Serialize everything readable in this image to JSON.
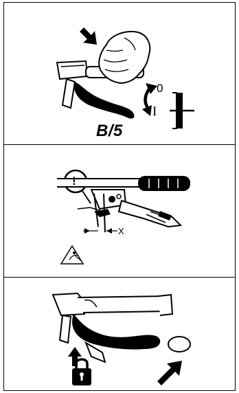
{
  "panels": [
    {
      "caption": "B/5",
      "switch_on_symbol": "I",
      "switch_off_symbol": "0"
    },
    {
      "caution_symbol": "!",
      "gap_label": "X"
    },
    {
      "icons": [
        "padlock-icon",
        "o-ring-icon"
      ]
    }
  ],
  "colors": {
    "ink": "#000000",
    "paper": "#ffffff"
  }
}
